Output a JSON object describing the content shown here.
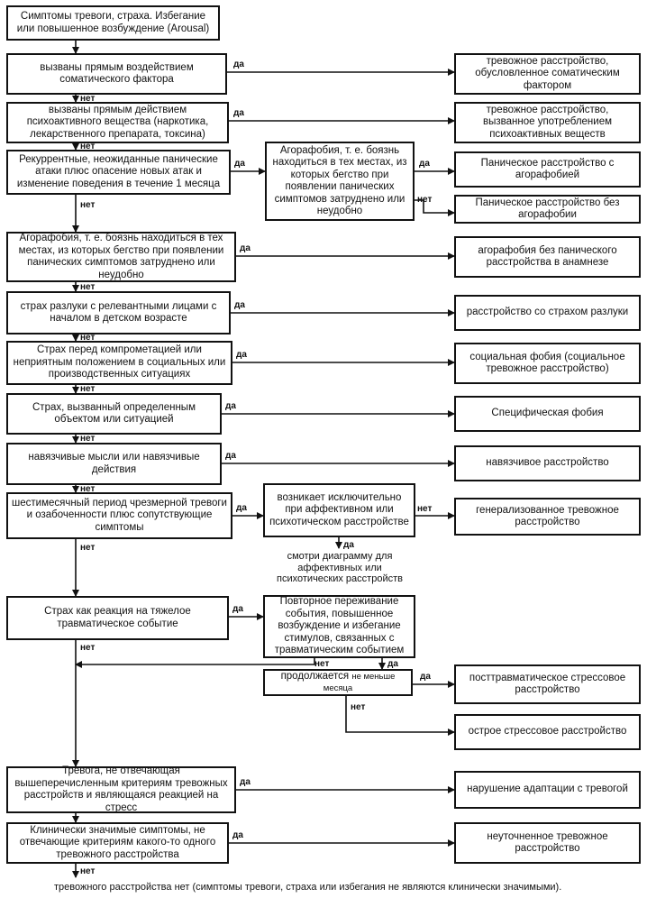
{
  "nodes": {
    "start": "Симптомы тревоги, страха. Избегание или повышенное возбуждение (Arousal)",
    "q1": "вызваны прямым воздействием соматического фактора",
    "r1": "тревожное расстройство, обусловленное соматическим фактором",
    "q2": "вызваны прямым действием психоактивного вещества (наркотика, лекарственного препарата, токсина)",
    "r2": "тревожное расстройство, вызванное употреблением психоактивных веществ",
    "q3": "Рекуррентные, неожиданные панические атаки плюс опасение новых атак и изменение поведения в течение 1 месяца",
    "q3b": "Агорафобия, т. е. боязнь находиться в тех местах, из которых бегство при появлении панических симптомов затруднено или неудобно",
    "r3a": "Паническое расстройство с агорафобией",
    "r3b": "Паническое расстройство без агорафобии",
    "q4": "Агорафобия, т. е. боязнь находиться в тех местах, из которых бегство при появлении панических симптомов затруднено или неудобно",
    "r4": "агорафобия без панического расстройства в анамнезе",
    "q5": "страх разлуки с релевантными лицами с началом в детском возрасте",
    "r5": "расстройство со страхом разлуки",
    "q6": "Страх перед компрометацией или неприятным положением в социальных или производственных ситуациях",
    "r6": "социальная фобия (социальное тревожное расстройство)",
    "q7": "Страх, вызванный определенным объектом или ситуацией",
    "r7": "Специфическая фобия",
    "q8": "навязчивые мысли или навязчивые действия",
    "r8": "навязчивое расстройство",
    "q9": "шестимесячный период чрезмерной тревоги и озабоченности плюс сопутствующие симптомы",
    "q9b": "возникает исключительно при аффективном или психотическом расстройстве",
    "r9": "генерализованное тревожное расстройство",
    "n9": "смотри диаграмму для аффективных или психотических расстройств",
    "q10": "Страх как реакция на тяжелое травматическое событие",
    "q10b": "Повторное переживание события, повышенное возбуждение и избегание стимулов, связанных с травматическим событием",
    "q10c_main": "продолжается",
    "q10c_small": "не меньше месяца",
    "r10a": "посттравматическое стрессовое расстройство",
    "r10b": "острое стрессовое расстройство",
    "q11": "Тревога, не отвечающая вышеперечисленным критериям тревожных расстройств и являющаяся реакцией на стресс",
    "r11": "нарушение адаптации с тревогой",
    "q12": "Клинически значимые симптомы, не отвечающие критериям какого-то одного тревожного расстройства",
    "r12": "неуточненное тревожное расстройство",
    "final": "тревожного расстройства нет (симптомы тревоги, страха или избегания не являются клинически значимыми)."
  },
  "labels": {
    "yes": "да",
    "no": "нет"
  }
}
